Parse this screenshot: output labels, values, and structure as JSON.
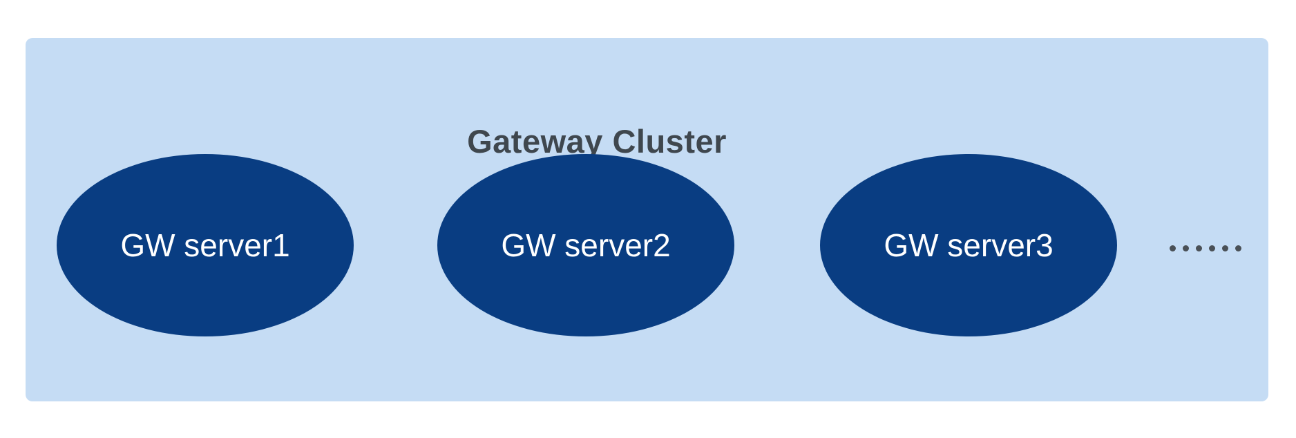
{
  "diagram": {
    "title": "Gateway Cluster",
    "servers": [
      {
        "label": "GW server1"
      },
      {
        "label": "GW server2"
      },
      {
        "label": "GW server3"
      }
    ],
    "more_indicator": {
      "icon": "ellipsis-dots-icon",
      "dot_count": 6
    },
    "colors": {
      "panel_bg": "#c5dcf4",
      "ellipse_fill": "#093d82",
      "title_text": "#3f474e",
      "ellipse_text": "#ffffff",
      "dots": "#4a5056"
    }
  }
}
